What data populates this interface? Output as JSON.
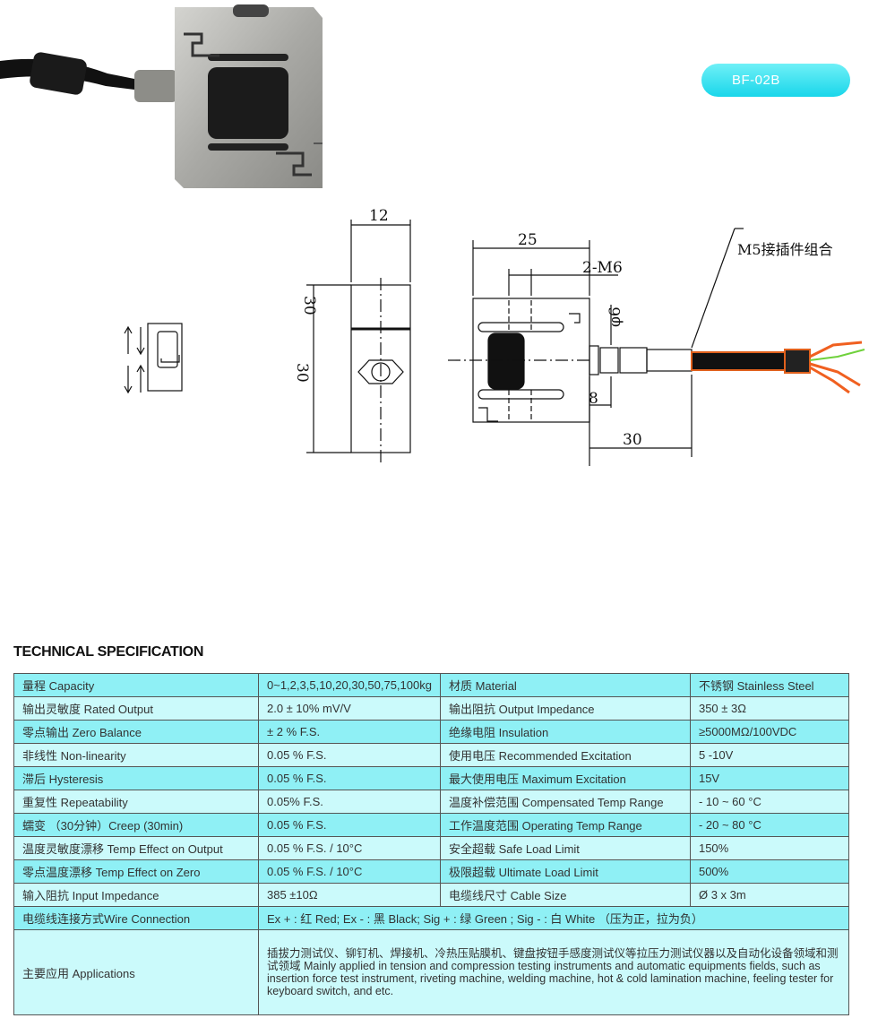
{
  "model_badge": "BF-02B",
  "drawing": {
    "dim_width_side": "12",
    "dim_height_top": "30",
    "dim_height_side": "30",
    "dim_width_front": "25",
    "dim_thread": "2-M6",
    "dim_connector_dia": "φ6",
    "dim_connector_len": "8",
    "dim_cable_len": "30",
    "connector_label": "M5接插件组合"
  },
  "spec": {
    "title": "TECHNICAL SPECIFICATION",
    "rows": [
      {
        "l1": "量程 Capacity",
        "v1": "0~1,2,3,5,10,20,30,50,75,100kg",
        "l2": "材质 Material",
        "v2": "不锈钢 Stainless Steel"
      },
      {
        "l1": "输出灵敏度 Rated Output",
        "v1": "2.0 ± 10% mV/V",
        "l2": "输出阻抗  Output Impedance",
        "v2": "350 ± 3Ω"
      },
      {
        "l1": "零点输出  Zero Balance",
        "v1": "± 2 % F.S.",
        "l2": "绝缘电阻  Insulation",
        "v2": "≥5000MΩ/100VDC"
      },
      {
        "l1": "非线性 Non-linearity",
        "v1": "0.05 % F.S.",
        "l2": "使用电压 Recommended Excitation",
        "v2": "5 -10V"
      },
      {
        "l1": "滞后 Hysteresis",
        "v1": "0.05 % F.S.",
        "l2": "最大使用电压 Maximum Excitation",
        "v2": "15V"
      },
      {
        "l1": "重复性 Repeatability",
        "v1": "0.05% F.S.",
        "l2": "温度补偿范围 Compensated Temp Range",
        "v2": "- 10 ~ 60 °C"
      },
      {
        "l1": "蠕变 （30分钟）Creep (30min)",
        "v1": "0.05 % F.S.",
        "l2": "工作温度范围 Operating Temp  Range",
        "v2": "- 20 ~ 80 °C"
      },
      {
        "l1": "温度灵敏度漂移 Temp Effect on Output",
        "v1": "0.05 % F.S. / 10°C",
        "l2": "安全超载 Safe Load Limit",
        "v2": "150%"
      },
      {
        "l1": "零点温度漂移 Temp Effect on Zero",
        "v1": "0.05 % F.S. / 10°C",
        "l2": "极限超载 Ultimate Load Limit",
        "v2": "500%"
      },
      {
        "l1": "输入阻抗 Input Impedance",
        "v1": "385 ±10Ω",
        "l2": "电缆线尺寸 Cable Size",
        "v2": "Ø 3 x 3m"
      }
    ],
    "wire": {
      "label": "电缆线连接方式Wire Connection",
      "value": "Ex + : 红 Red;  Ex - : 黑 Black; Sig + : 绿 Green ; Sig - : 白 White  （压为正，拉为负）"
    },
    "applications": {
      "label": "主要应用 Applications",
      "value": "插拔力测试仪、铆钉机、焊接机、冷热压贴膜机、键盘按钮手感度测试仪等拉压力测试仪器以及自动化设备领域和测试领域 Mainly applied in tension and compression testing instruments and automatic equipments fields, such as insertion force test instrument, riveting machine, welding machine, hot & cold lamination machine, feeling tester for keyboard switch, and etc."
    }
  }
}
